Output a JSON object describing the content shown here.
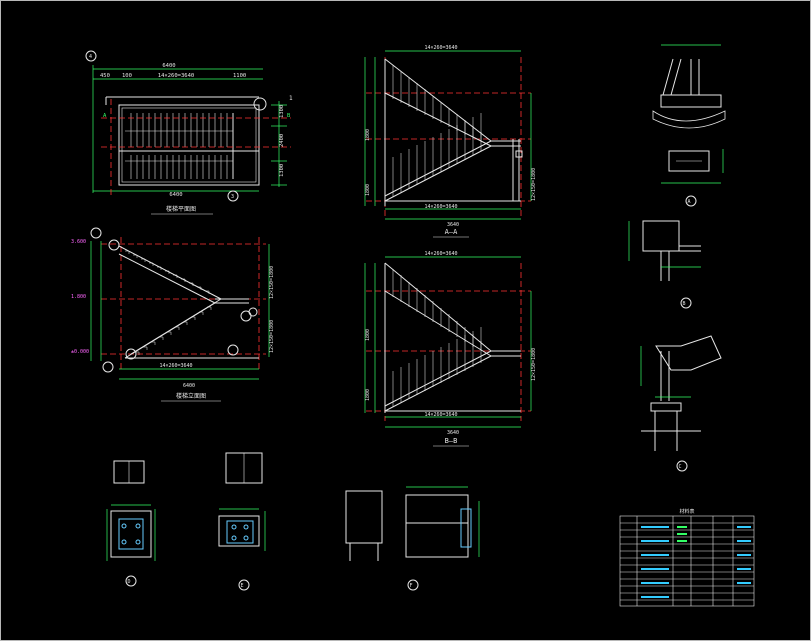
{
  "drawing": {
    "plan_view": {
      "title": "楼梯平面图",
      "overall_width": "6400",
      "stair_span": "14×260=3640",
      "top_offsets": [
        "450",
        "100",
        "1100"
      ],
      "right_dims": [
        "1300",
        "2400",
        "1300"
      ],
      "grid_left": "A",
      "grid_right": "B",
      "callout_top": "4",
      "callout_right": "1",
      "callout_section": "3"
    },
    "elevation_view": {
      "title": "楼梯立面图",
      "level_top": "3.600",
      "level_mid": "1.800",
      "level_bottom": "±0.000",
      "overall_width": "6400",
      "stair_span": "14×260=3640",
      "right_dims": [
        "12×150=1800",
        "12×150=1800"
      ]
    },
    "section_aa": {
      "title": "A—A",
      "top_dim": "14×260=3640",
      "bottom_dim": "3640",
      "right_dim": "12×150=1800",
      "left_dims": [
        "1800",
        "1800"
      ]
    },
    "section_bb": {
      "title": "B—B",
      "top_dim": "14×260=3640",
      "bottom_dim": "3640",
      "right_dim": "12×150=1800",
      "left_dims": [
        "1800",
        "1800"
      ]
    },
    "details": {
      "a": "A",
      "b": "B",
      "c": "C",
      "d": "D",
      "e": "E",
      "f": "F"
    },
    "table": {
      "title": "材料表",
      "rows": 12,
      "cols": 6
    }
  }
}
